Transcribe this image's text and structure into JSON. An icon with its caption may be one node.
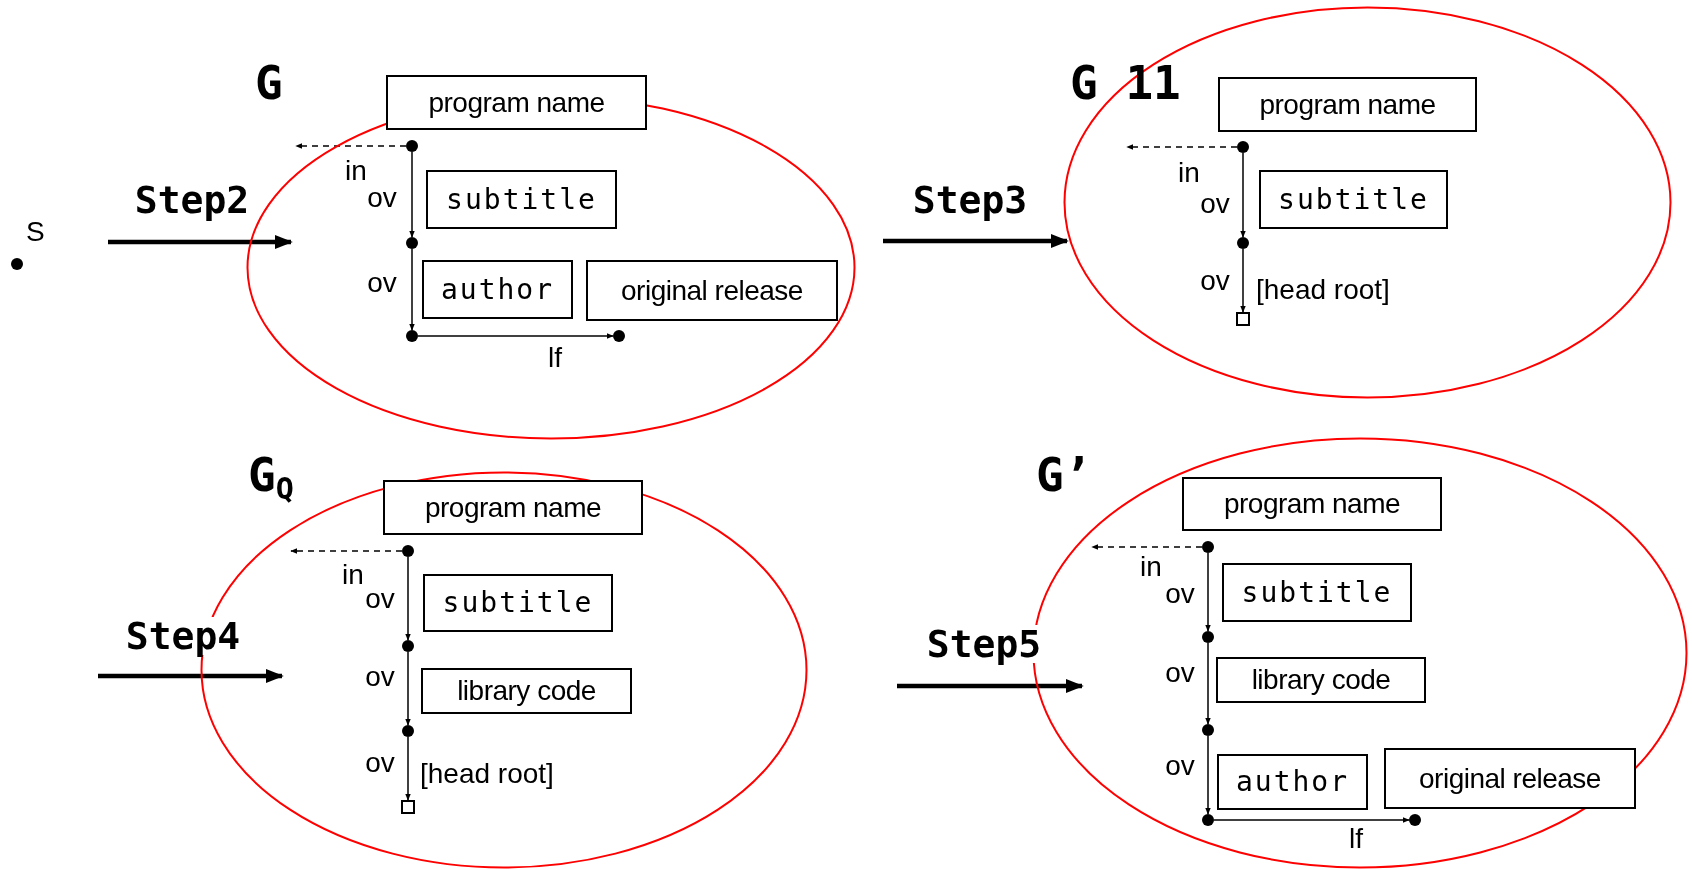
{
  "diagram": {
    "nodes": [
      {
        "text": [],
        "shape": "circle",
        "beside": [
          "S"
        ]
      },
      {
        "text": [
          "G"
        ]
      },
      {
        "text": [
          "program name"
        ]
      },
      {
        "text": [],
        "shape": "circle",
        "in": 1
      },
      {
        "text": [
          "subtitle"
        ],
        "in": 1
      },
      {
        "text": [],
        "shape": "circle",
        "in": 1
      },
      {
        "text": [
          "author"
        ],
        "in": 1
      },
      {
        "text": [
          "original release"
        ],
        "in": 1
      },
      {
        "text": [],
        "shape": "circle",
        "in": 1
      },
      {
        "text": [],
        "shape": "circle",
        "in": 1
      },
      {
        "text": [
          "G 11"
        ]
      },
      {
        "text": [
          "program name"
        ],
        "in": 10
      },
      {
        "text": [],
        "shape": "circle",
        "in": 10
      },
      {
        "text": [
          "subtitle"
        ],
        "in": 10
      },
      {
        "text": [],
        "shape": "circle",
        "in": 10
      },
      {
        "text": [],
        "shape": "box",
        "in": 10,
        "beside": [
          "[head root]"
        ]
      },
      {
        "text": [
          "G$_{Q}$"
        ]
      },
      {
        "text": [
          "program name"
        ],
        "in": 16
      },
      {
        "text": [],
        "shape": "circle",
        "in": 16
      },
      {
        "text": [
          "subtitle"
        ],
        "in": 16
      },
      {
        "text": [],
        "shape": "circle",
        "in": 16
      },
      {
        "text": [
          "library code"
        ],
        "in": 16
      },
      {
        "text": [],
        "shape": "circle",
        "in": 16
      },
      {
        "text": [],
        "shape": "box",
        "in": 16,
        "beside": [
          "[head root]"
        ]
      },
      {
        "text": [
          "G’"
        ]
      },
      {
        "text": [
          "program name"
        ],
        "in": 24
      },
      {
        "text": [],
        "shape": "circle",
        "in": 24
      },
      {
        "text": [
          "subtitle"
        ],
        "in": 24
      },
      {
        "text": [],
        "shape": "circle",
        "in": 24
      },
      {
        "text": [
          "library code"
        ],
        "in": 24
      },
      {
        "text": [],
        "shape": "circle",
        "in": 24
      },
      {
        "text": [
          "author"
        ],
        "in": 24
      },
      {
        "text": [
          "original release"
        ],
        "in": 24
      },
      {
        "text": [],
        "shape": "circle",
        "in": 24
      },
      {
        "text": [],
        "shape": "circle",
        "in": 24
      }
    ],
    "edges": [
      {
        "from": 0,
        "to": 1,
        "arrow": "to",
        "label": "Step2",
        "style": "thick"
      },
      {
        "from": 3,
        "to": null,
        "arrow": "to",
        "label": "in",
        "style": "dashed"
      },
      {
        "from": 3,
        "to": 5,
        "arrow": "to",
        "label": "ov"
      },
      {
        "from": 5,
        "to": 8,
        "arrow": "to",
        "label": "ov"
      },
      {
        "from": 8,
        "to": 9,
        "arrow": "to",
        "label": "lf"
      },
      {
        "from": null,
        "to": 10,
        "arrow": "to",
        "label": "Step3",
        "style": "thick"
      },
      {
        "from": 12,
        "to": null,
        "arrow": "to",
        "label": "in",
        "style": "dashed"
      },
      {
        "from": 12,
        "to": 14,
        "arrow": "to",
        "label": "ov"
      },
      {
        "from": 14,
        "to": 15,
        "arrow": "to",
        "label": "ov"
      },
      {
        "from": null,
        "to": 16,
        "arrow": "to",
        "label": "Step4",
        "style": "thick"
      },
      {
        "from": 18,
        "to": null,
        "arrow": "to",
        "label": "in",
        "style": "dashed"
      },
      {
        "from": 18,
        "to": 20,
        "arrow": "to",
        "label": "ov"
      },
      {
        "from": 20,
        "to": 22,
        "arrow": "to",
        "label": "ov"
      },
      {
        "from": 22,
        "to": 23,
        "arrow": "to",
        "label": "ov"
      },
      {
        "from": null,
        "to": 24,
        "arrow": "to",
        "label": "Step5",
        "style": "thick"
      },
      {
        "from": 26,
        "to": null,
        "arrow": "to",
        "label": "in",
        "style": "dashed"
      },
      {
        "from": 26,
        "to": 28,
        "arrow": "to",
        "label": "ov"
      },
      {
        "from": 28,
        "to": 30,
        "arrow": "to",
        "label": "ov"
      },
      {
        "from": 30,
        "to": 33,
        "arrow": "to",
        "label": "ov"
      },
      {
        "from": 33,
        "to": 34,
        "arrow": "to",
        "label": "lf"
      }
    ]
  }
}
